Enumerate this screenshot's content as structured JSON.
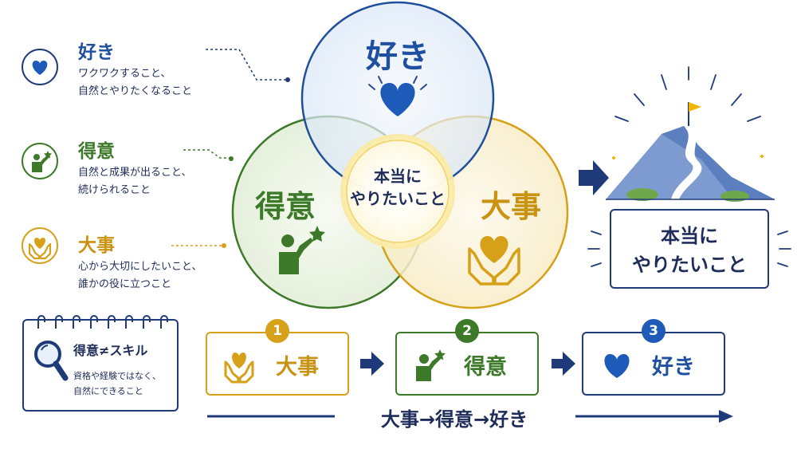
{
  "colors": {
    "navy": "#1f3a78",
    "blue": "#1e5bb8",
    "green": "#3c7a2a",
    "gold": "#d6a018"
  },
  "legend": [
    {
      "title": "好き",
      "icon": "heart-icon",
      "desc_line1": "ワクワクすること、",
      "desc_line2": "自然とやりたくなること"
    },
    {
      "title": "得意",
      "icon": "person-star-icon",
      "desc_line1": "自然と成果が出ること、",
      "desc_line2": "続けられること"
    },
    {
      "title": "大事",
      "icon": "hands-heart-icon",
      "desc_line1": "心から大切にしたいこと、",
      "desc_line2": "誰かの役に立つこと"
    }
  ],
  "venn": {
    "top_label": "好き",
    "left_label": "得意",
    "right_label": "大事",
    "center_line1": "本当に",
    "center_line2": "やりたいこと"
  },
  "goal": {
    "line1": "本当に",
    "line2": "やりたいこと",
    "icon": "mountain-flag-icon"
  },
  "note": {
    "title": "得意≠スキル",
    "desc_line1": "資格や経験ではなく、",
    "desc_line2": "自然にできること",
    "icon": "magnifier-icon"
  },
  "steps": [
    {
      "number": "1",
      "label": "大事",
      "icon": "hands-heart-icon"
    },
    {
      "number": "2",
      "label": "得意",
      "icon": "person-star-icon"
    },
    {
      "number": "3",
      "label": "好き",
      "icon": "heart-icon"
    }
  ],
  "flow_label": "大事→得意→好き"
}
